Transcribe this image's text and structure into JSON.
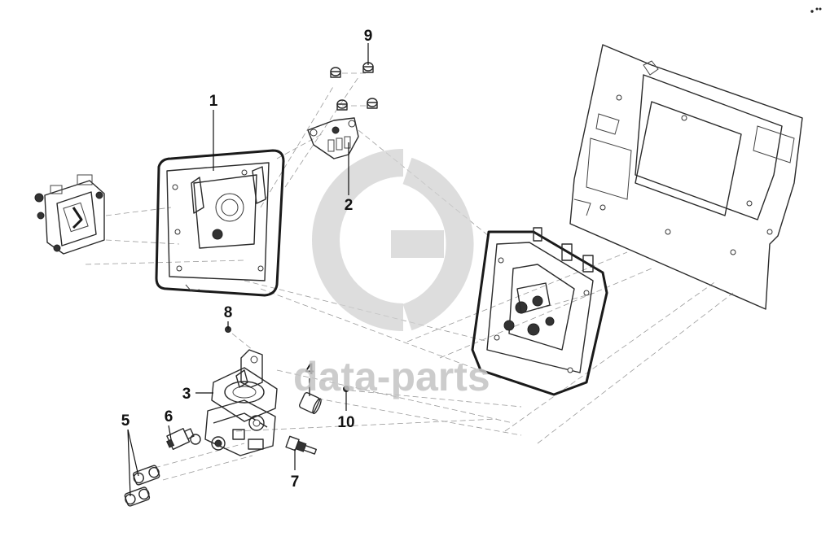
{
  "watermark": {
    "text": "data-parts",
    "logo_icon": "gd-monogram-icon",
    "color": "#c4c4c4"
  },
  "callouts": [
    {
      "id": "1",
      "label": "1"
    },
    {
      "id": "2",
      "label": "2"
    },
    {
      "id": "3",
      "label": "3"
    },
    {
      "id": "4",
      "label": "4"
    },
    {
      "id": "5",
      "label": "5"
    },
    {
      "id": "6",
      "label": "6"
    },
    {
      "id": "7",
      "label": "7"
    },
    {
      "id": "8",
      "label": "8"
    },
    {
      "id": "9",
      "label": "9"
    },
    {
      "id": "10",
      "label": "10"
    }
  ]
}
